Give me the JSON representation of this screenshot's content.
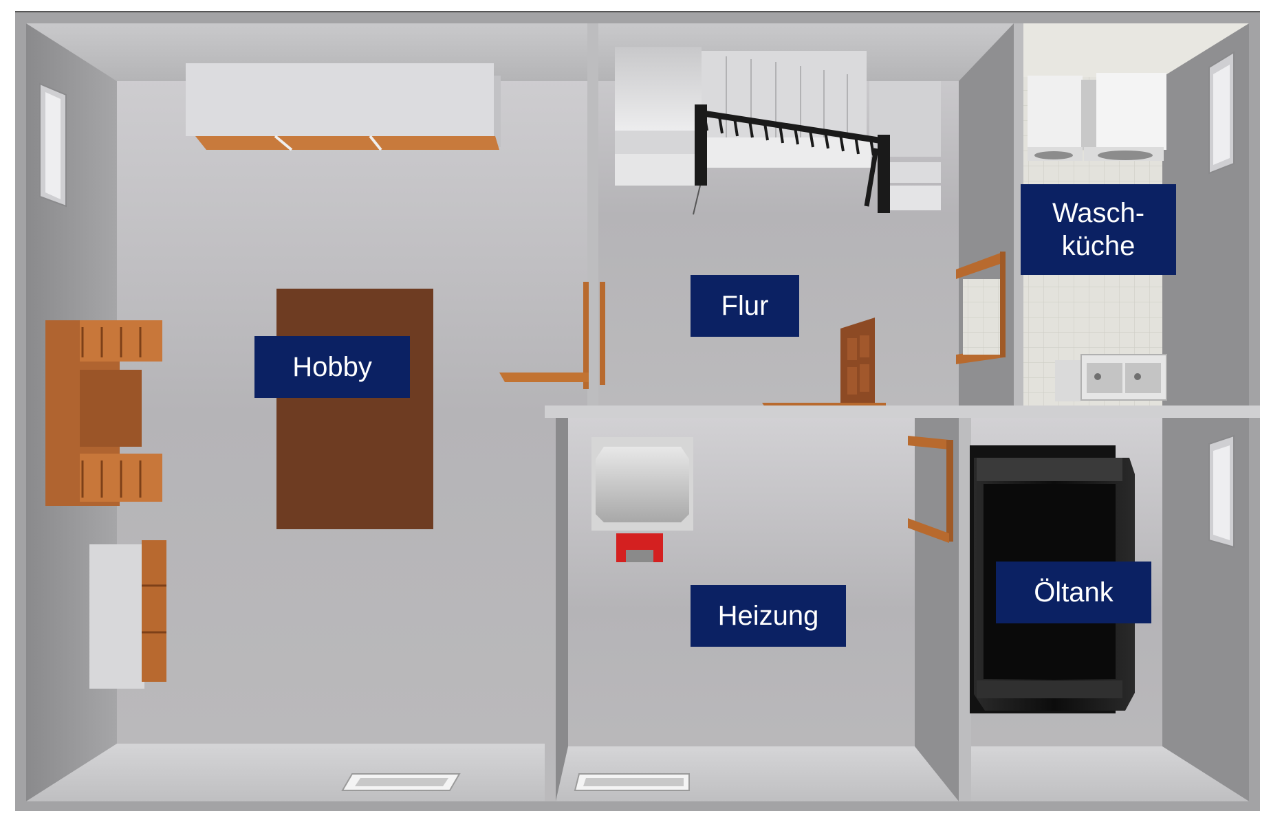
{
  "rooms": {
    "hobby": {
      "label": "Hobby"
    },
    "flur": {
      "label": "Flur"
    },
    "waschkueche": {
      "label_line1": "Wasch-",
      "label_line2": "küche"
    },
    "heizung": {
      "label": "Heizung"
    },
    "oeltank": {
      "label": "Öltank"
    }
  },
  "colors": {
    "label_bg": "#0b2163",
    "label_text": "#ffffff",
    "wall": "#9c9c9e",
    "floor": "#b9b8bb",
    "wood": "#b86a2e",
    "dark_wood": "#6e3c22",
    "tank": "#161616",
    "burner": "#d42020"
  }
}
